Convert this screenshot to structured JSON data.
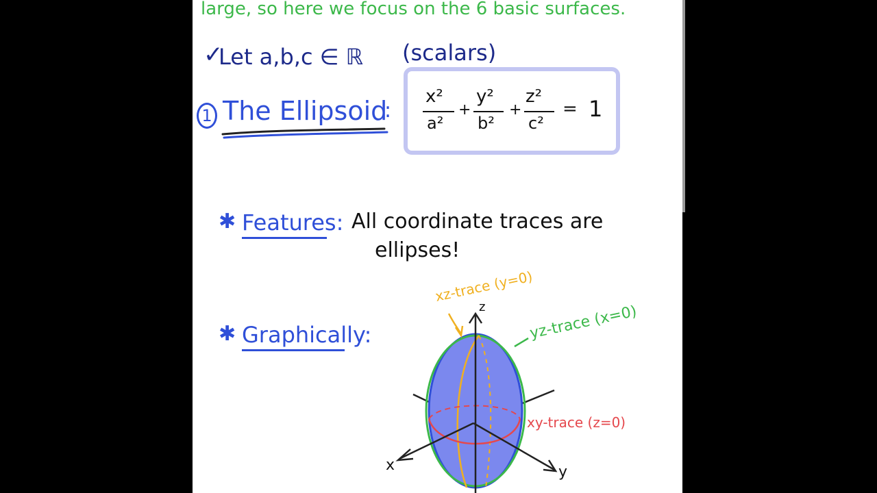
{
  "top_line": "large, so here we focus on the 6 basic surfaces.",
  "let_line": {
    "check": "✓",
    "text": "Let  a,b,c ∈ ℝ",
    "note": "(scalars)"
  },
  "section1": {
    "number": "1",
    "title": "The Ellipsoid",
    "colon": ":"
  },
  "equation": {
    "t1_num": "x²",
    "t1_den": "a²",
    "t2_num": "y²",
    "t2_den": "b²",
    "t3_num": "z²",
    "t3_den": "c²",
    "plus": "+",
    "equals": "=",
    "rhs": "1"
  },
  "features": {
    "bullet": "✱",
    "label": "Features:",
    "line1": "All coordinate traces are",
    "line2": "ellipses!"
  },
  "graphically": {
    "bullet": "✱",
    "label": "Graphically:"
  },
  "diagram": {
    "axis_x": "x",
    "axis_y": "y",
    "axis_z": "z",
    "xz_trace": "xz-trace (y=0)",
    "yz_trace": "yz-trace (x=0)",
    "xy_trace": "xy-trace (z=0)"
  },
  "colors": {
    "green": "#3cb84a",
    "blue": "#2f4fd8",
    "navy": "#1d2a8a",
    "box": "#c3c6f2",
    "ellipsoid_fill": "#7b88ee",
    "yellow": "#f0b020",
    "red": "#e5484d"
  }
}
